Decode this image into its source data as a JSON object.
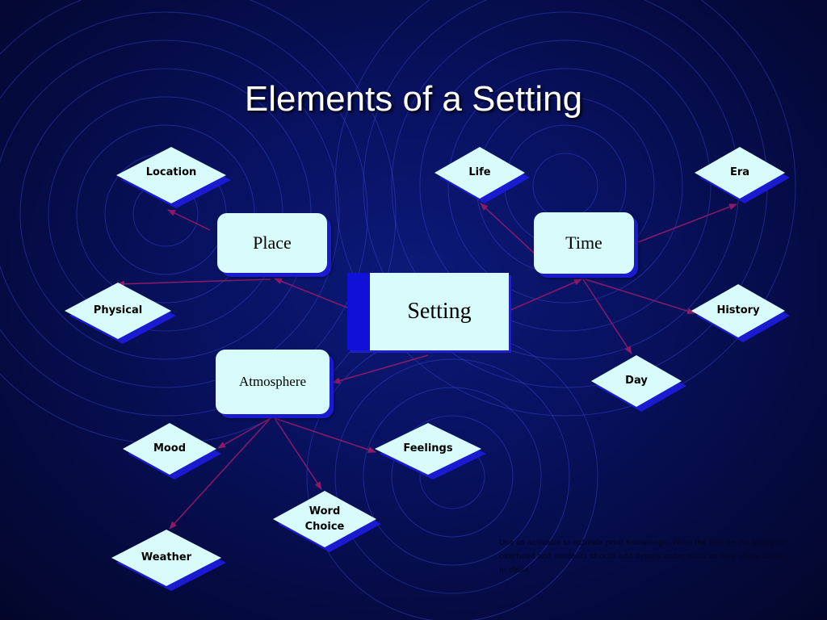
{
  "slide": {
    "title": "Elements of a Setting",
    "center": "Setting",
    "categories": {
      "place": "Place",
      "time": "Time",
      "atmosphere": "Atmosphere"
    },
    "place_items": {
      "location": "Location",
      "physical": "Physical"
    },
    "time_items": {
      "life": "Life",
      "era": "Era",
      "history": "History",
      "day": "Day"
    },
    "atmosphere_items": {
      "mood": "Mood",
      "feelings": "Feelings",
      "word_choice": "Word Choice",
      "weather": "Weather"
    },
    "note": "Use as activator to activate prior knowledge. Write the text on the board or overhead and students should add details under each as they share ideas in class."
  },
  "colors": {
    "node_fill": "#d8fcfc",
    "node_shadow": "#1a1ad0",
    "arrow": "#8a1a6a",
    "title": "#ffffff"
  }
}
